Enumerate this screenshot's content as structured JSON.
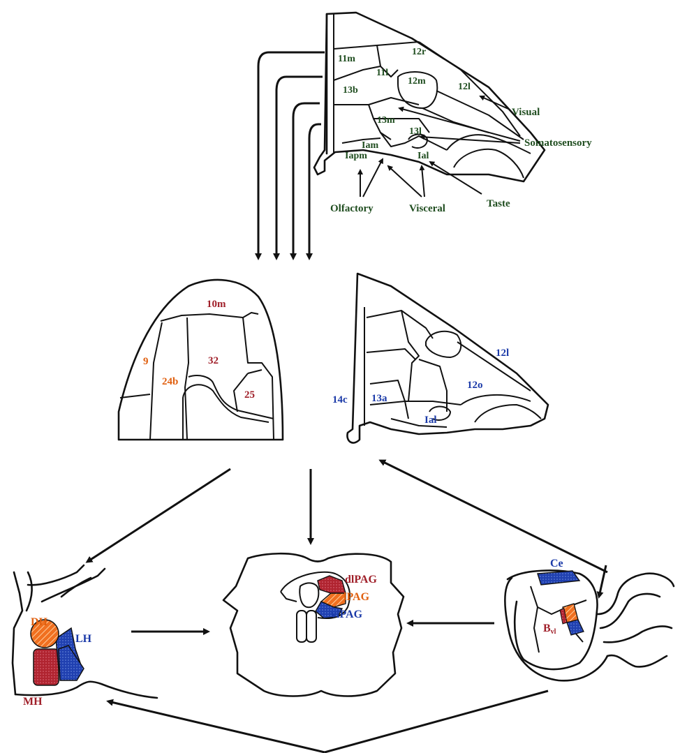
{
  "top_panel": {
    "labels": {
      "l11m": "11m",
      "l12r": "12r",
      "l11l": "11l",
      "l12m": "12m",
      "l12l": "12l",
      "l13b": "13b",
      "l13m": "13m",
      "l13l": "13l",
      "lIam": "Iam",
      "lIapm": "Iapm",
      "lIal": "Ial"
    },
    "inputs": {
      "visual": "Visual",
      "somatosensory": "Somatosensory",
      "olfactory": "Olfactory",
      "visceral": "Visceral",
      "taste": "Taste"
    }
  },
  "medial_panel": {
    "labels": {
      "l10m": "10m",
      "l9": "9",
      "l32": "32",
      "l24b": "24b",
      "l25": "25"
    }
  },
  "orbital_panel": {
    "labels": {
      "l12l": "12l",
      "l12o": "12o",
      "l14c": "14c",
      "l13a": "13a",
      "lIal": "Ial"
    }
  },
  "hypothalamus": {
    "dh": "DH",
    "lh": "LH",
    "mh": "MH"
  },
  "pag": {
    "dl": "dlPAG",
    "l": "lPAG",
    "vl": "vlPAG"
  },
  "amygdala": {
    "ce": "Ce",
    "b": "B",
    "b_sub": "vl"
  },
  "colors": {
    "red": "#a0202a",
    "orange": "#e06010",
    "blue": "#1b3aa8",
    "green": "#1f4d1f"
  }
}
